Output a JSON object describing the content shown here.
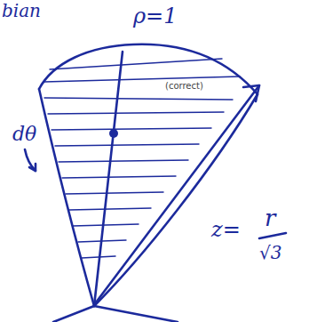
{
  "diagram": {
    "labels": [
      "bian",
      "ρ=1",
      "dθ",
      "(correct)",
      "z=",
      "r",
      "√3"
    ]
  }
}
